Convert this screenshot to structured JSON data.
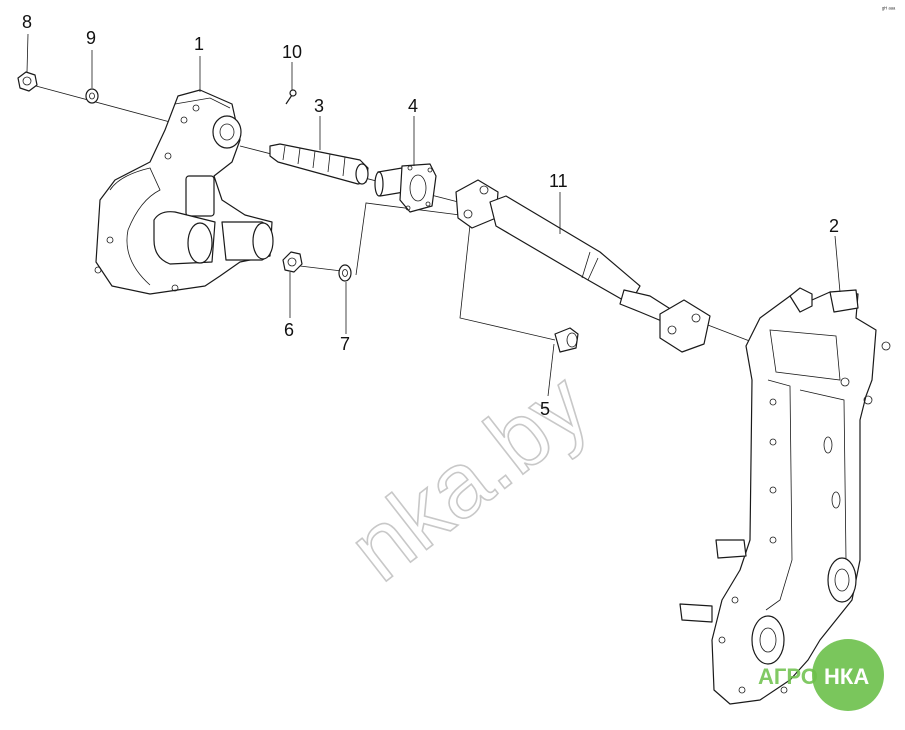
{
  "diagram": {
    "callouts": [
      {
        "id": "c1",
        "label": "1"
      },
      {
        "id": "c2",
        "label": "2"
      },
      {
        "id": "c3",
        "label": "3"
      },
      {
        "id": "c4",
        "label": "4"
      },
      {
        "id": "c5",
        "label": "5"
      },
      {
        "id": "c6",
        "label": "6"
      },
      {
        "id": "c7",
        "label": "7"
      },
      {
        "id": "c8",
        "label": "8"
      },
      {
        "id": "c9",
        "label": "9"
      },
      {
        "id": "c10",
        "label": "10"
      },
      {
        "id": "c11",
        "label": "11"
      }
    ],
    "watermark": "nka.by",
    "corner_mark": "ᵍᴴ ᵃᵃᵃ",
    "logo": {
      "left": "АГРО",
      "right": "НКА",
      "color": "#6cc04a"
    }
  }
}
